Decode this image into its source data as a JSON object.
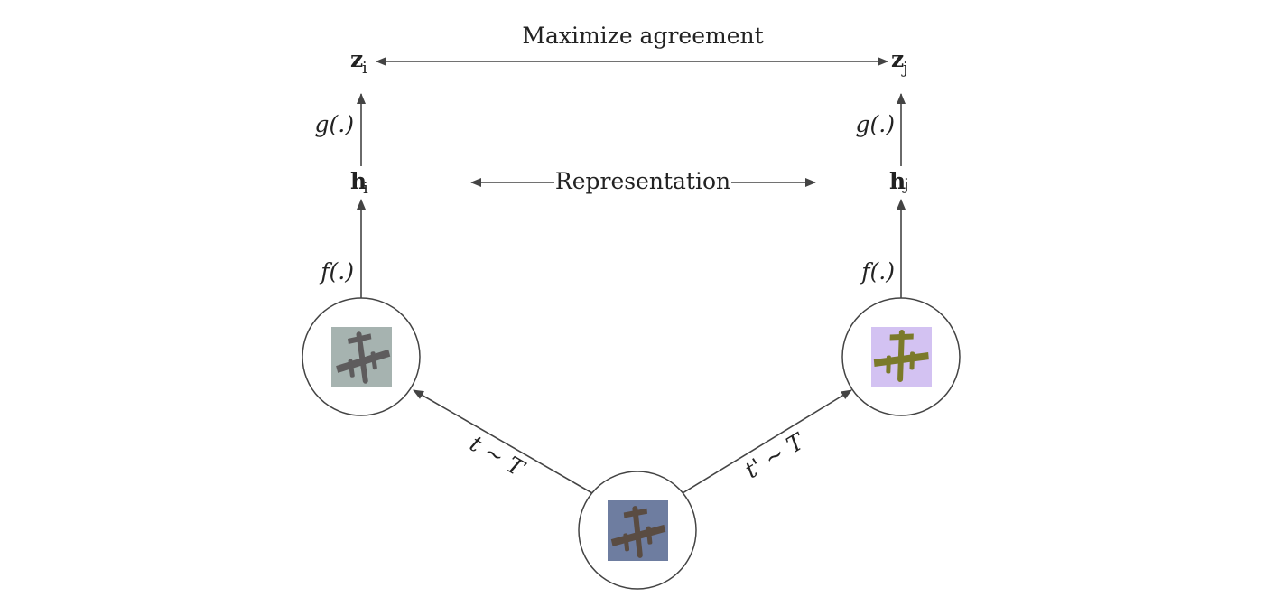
{
  "top": {
    "label": "Maximize  agreement",
    "left_node": {
      "main": "z",
      "sub": "i"
    },
    "right_node": {
      "main": "z",
      "sub": "j"
    }
  },
  "middle": {
    "label": "Representation",
    "left_node": {
      "main": "h",
      "sub": "i"
    },
    "right_node": {
      "main": "h",
      "sub": "j"
    }
  },
  "edges": {
    "left_g": "g(.)",
    "right_g": "g(.)",
    "left_f": "f(.)",
    "right_f": "f(.)",
    "left_aug": "t  ~  T",
    "right_aug": "t'  ~  T"
  },
  "images": {
    "left": {
      "background": "#a6b3b0",
      "plane": "#5e5c5d"
    },
    "right": {
      "background": "#d3c2f2",
      "plane": "#7b7a2a"
    },
    "original": {
      "background": "#6e7da0",
      "plane": "#5a4c42"
    }
  },
  "colors": {
    "line": "#444444",
    "text": "#222222"
  }
}
